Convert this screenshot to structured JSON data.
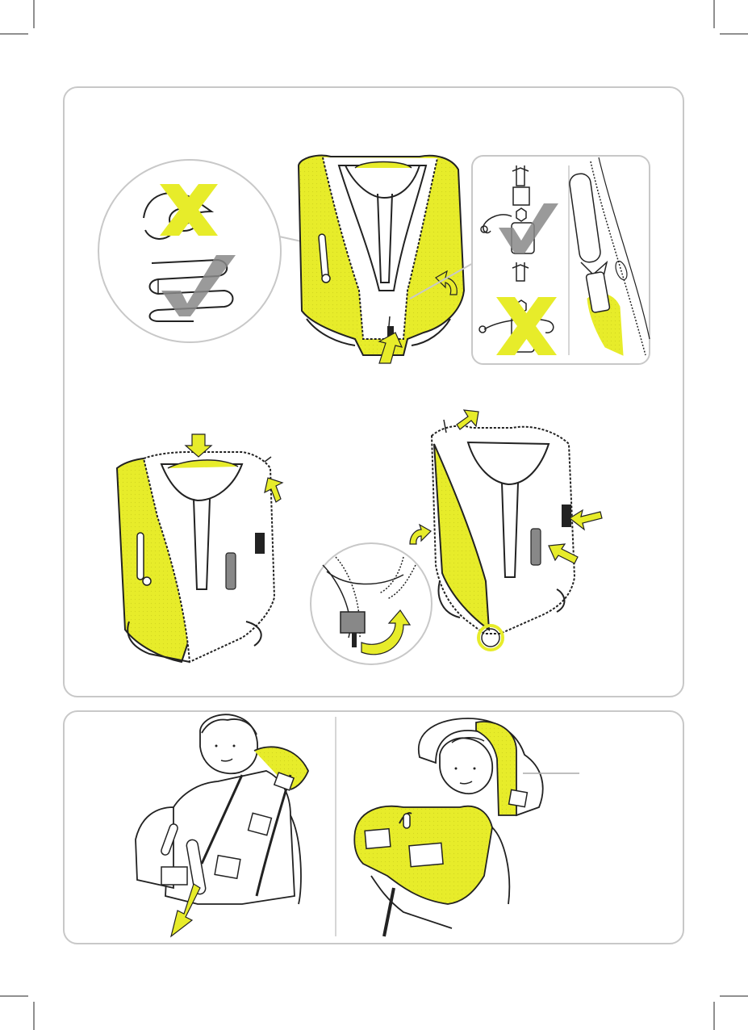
{
  "document": {
    "type": "lifejacket repacking and donning instruction illustration",
    "printed_text": []
  },
  "colors": {
    "accent_yellow": "#e7ec2a",
    "outline": "#222222",
    "panel_border": "#c8c8c8",
    "marker_grey": "#808080",
    "background": "#ffffff"
  },
  "icons": {
    "correct": "check-mark-icon",
    "incorrect": "x-mark-icon",
    "direction": "arrow-icon"
  },
  "steps": [
    {
      "id": "fold-method",
      "shows": [
        "incorrect-roll",
        "correct-zigzag-fold"
      ]
    },
    {
      "id": "cylinder-lanyard",
      "shows": [
        "correct-lanyard-tuck",
        "incorrect-lanyard-wrap",
        "cylinder-detail"
      ]
    },
    {
      "id": "fold-lobes",
      "shows": [
        "fold-arrow-top",
        "fold-arrow-side"
      ]
    },
    {
      "id": "close-zip",
      "shows": [
        "zip-puller-detail",
        "close-arrows",
        "ring"
      ]
    },
    {
      "id": "pull-tab",
      "shows": [
        "pull-arrow-down"
      ]
    },
    {
      "id": "inflated",
      "shows": [
        "inflated-lifejacket",
        "callout-line"
      ]
    }
  ]
}
